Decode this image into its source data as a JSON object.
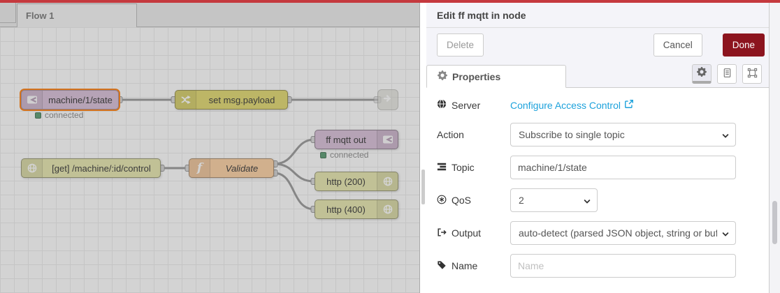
{
  "colors": {
    "topbar": "#c5393e",
    "done_button": "#8c141e",
    "link": "#1da2dc",
    "node_mqtt": "#d8bfd8",
    "node_http": "#e7e7ae",
    "node_change": "#e2d96e",
    "node_function": "#fdd0a2",
    "node_selected_border": "#ff7f0e",
    "status_connected": "#5a9b72"
  },
  "workspace": {
    "tab_label": "Flow 1",
    "nodes": [
      {
        "label": "machine/1/state",
        "status": "connected"
      },
      {
        "label": "set msg.payload"
      },
      {
        "label": ""
      },
      {
        "label": "[get] /machine/:id/control"
      },
      {
        "label": "Validate"
      },
      {
        "label": "ff mqtt out",
        "status": "connected"
      },
      {
        "label": "http (200)"
      },
      {
        "label": "http (400)"
      }
    ]
  },
  "tray": {
    "title": "Edit ff mqtt in node",
    "delete_label": "Delete",
    "cancel_label": "Cancel",
    "done_label": "Done",
    "properties_tab": "Properties",
    "form": {
      "server": {
        "label": "Server",
        "link_text": "Configure Access Control"
      },
      "action": {
        "label": "Action",
        "value": "Subscribe to single topic"
      },
      "topic": {
        "label": "Topic",
        "value": "machine/1/state"
      },
      "qos": {
        "label": "QoS",
        "value": "2"
      },
      "output": {
        "label": "Output",
        "value": "auto-detect (parsed JSON object, string or buffer)"
      },
      "name": {
        "label": "Name",
        "placeholder": "Name"
      }
    }
  }
}
